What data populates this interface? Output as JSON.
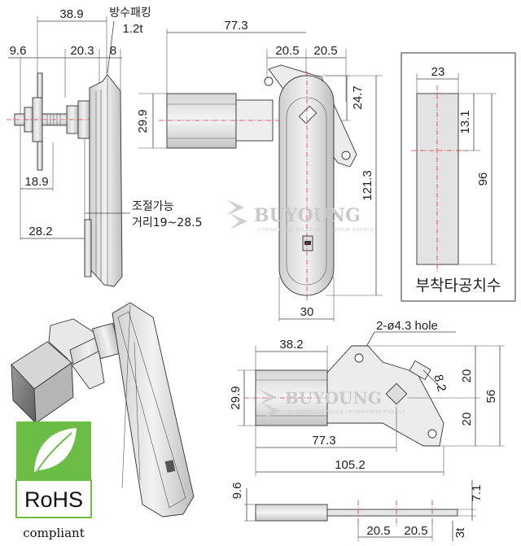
{
  "dimensions": {
    "d38_9": "38.9",
    "gasket_label": "방수패킹",
    "gasket_thickness": "1.2t",
    "d9_6_top": "9.6",
    "d20_3": "20.3",
    "d8": "8",
    "d18_9": "18.9",
    "d28_2": "28.2",
    "adjust_label_1": "조절가능",
    "adjust_label_2": "거리19~28.5",
    "d77_3_top": "77.3",
    "d20_5_a": "20.5",
    "d20_5_b": "20.5",
    "d24_7": "24.7",
    "d29_9_top": "29.9",
    "d121_3": "121.3",
    "d30": "30",
    "d23": "23",
    "d13_1": "13.1",
    "d96": "96",
    "mounting_label": "부착타공치수",
    "hole_label": "2-ø4.3 hole",
    "d38_2": "38.2",
    "d29_9_bottom": "29.9",
    "d8_2": "8.2",
    "d20_right_a": "20",
    "d20_right_b": "20",
    "d56": "56",
    "d77_3_bottom": "77.3",
    "d105_2": "105.2",
    "d9_6_bottom": "9.6",
    "d7_1": "7.1",
    "d20_5_c": "20.5",
    "d20_5_d": "20.5",
    "d3t": "3t"
  },
  "watermark": {
    "brand": "BUYOUNG",
    "tagline": "COMMERCIAL VALUE OF CREATION ENERGY"
  },
  "badge": {
    "title": "RoHS",
    "subtitle": "compliant"
  },
  "colors": {
    "center_line": "#e0303a",
    "rohs_green": "#6cbd45",
    "part_fill": "#e4e4e4",
    "watermark": "#c9c9c9"
  }
}
